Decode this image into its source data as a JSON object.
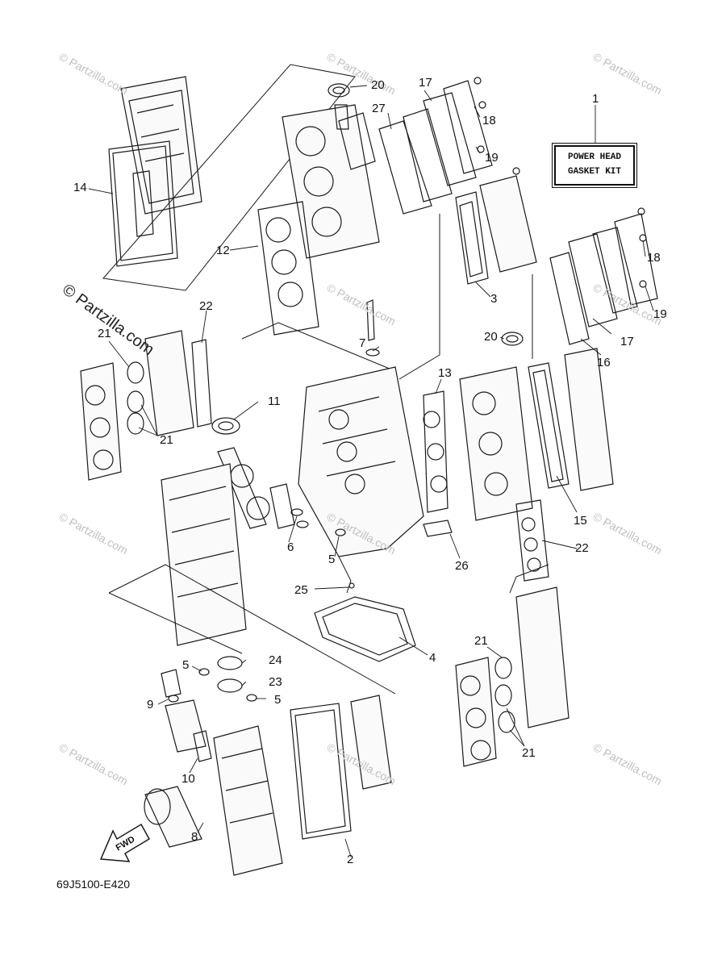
{
  "kit_label": {
    "line1": "POWER HEAD",
    "line2": "GASKET KIT"
  },
  "fwd_label": "FWD",
  "diagram_code": "69J5100-E420",
  "watermark_text": "© Partzilla.com",
  "callouts": {
    "c1": "1",
    "c2": "2",
    "c3": "3",
    "c4": "4",
    "c5a": "5",
    "c5b": "5",
    "c5c": "5",
    "c6": "6",
    "c7": "7",
    "c8": "8",
    "c9": "9",
    "c10": "10",
    "c11": "11",
    "c12": "12",
    "c13": "13",
    "c14": "14",
    "c15": "15",
    "c16": "16",
    "c17a": "17",
    "c17b": "17",
    "c18a": "18",
    "c18b": "18",
    "c19a": "19",
    "c19b": "19",
    "c20a": "20",
    "c20b": "20",
    "c21a": "21",
    "c21b": "21",
    "c21c": "21",
    "c21d": "21",
    "c22a": "22",
    "c22b": "22",
    "c23": "23",
    "c24": "24",
    "c25": "25",
    "c26": "26",
    "c27": "27"
  },
  "colors": {
    "line": "#1a1a1a",
    "watermark": "#bfbfbf",
    "background": "#ffffff"
  }
}
